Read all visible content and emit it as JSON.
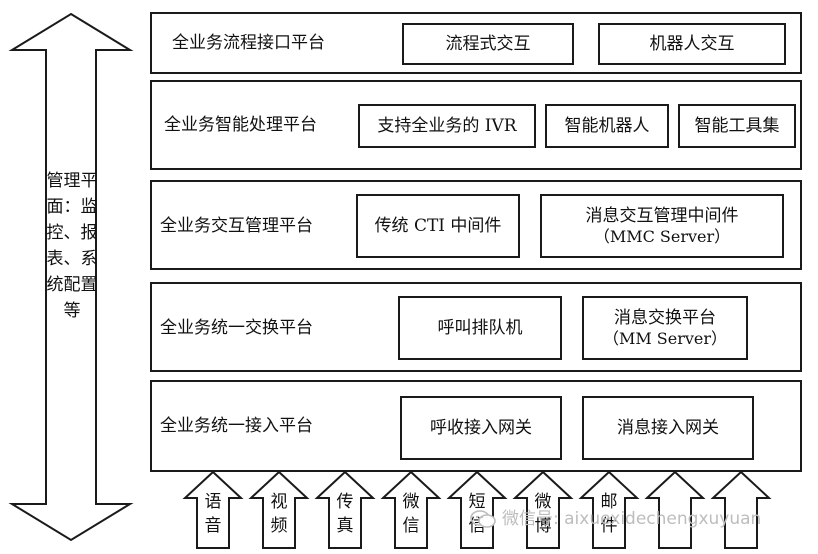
{
  "side_label": "管理平面：监控、报表、系统配置等",
  "side_label_lines": [
    "管理平",
    "面：监",
    "控、报",
    "表、系",
    "统配置",
    "等"
  ],
  "layers": [
    {
      "title": "全业务流程接口平台",
      "boxes": [
        {
          "text": "流程式交互"
        },
        {
          "text": "机器人交互"
        }
      ]
    },
    {
      "title": "全业务智能处理平台",
      "boxes": [
        {
          "text": "支持全业务的 IVR"
        },
        {
          "text": "智能机器人"
        },
        {
          "text": "智能工具集"
        }
      ]
    },
    {
      "title": "全业务交互管理平台",
      "boxes": [
        {
          "text": "传统 CTI 中间件"
        },
        {
          "text": "消息交互管理中间件",
          "sub": "（MMC Server）"
        }
      ]
    },
    {
      "title": "全业务统一交换平台",
      "boxes": [
        {
          "text": "呼叫排队机"
        },
        {
          "text": "消息交换平台",
          "sub": "（MM Server）"
        }
      ]
    },
    {
      "title": "全业务统一接入平台",
      "boxes": [
        {
          "text": "呼收接入网关"
        },
        {
          "text": "消息接入网关"
        }
      ]
    }
  ],
  "channels": [
    {
      "label": "语音",
      "lines": [
        "语",
        "音"
      ]
    },
    {
      "label": "视频",
      "lines": [
        "视",
        "频"
      ]
    },
    {
      "label": "传真",
      "lines": [
        "传",
        "真"
      ]
    },
    {
      "label": "微信",
      "lines": [
        "微",
        "信"
      ]
    },
    {
      "label": "短信",
      "lines": [
        "短",
        "信"
      ]
    },
    {
      "label": "微博",
      "lines": [
        "微",
        "博"
      ]
    },
    {
      "label": "邮件",
      "lines": [
        "邮",
        "件"
      ]
    },
    {
      "label": "",
      "lines": []
    },
    {
      "label": "",
      "lines": []
    }
  ],
  "watermark": "微信号: aixuexidechengxuyuan",
  "colors": {
    "stroke": "#1a1a1a",
    "watermark": "#bdbdbd"
  }
}
